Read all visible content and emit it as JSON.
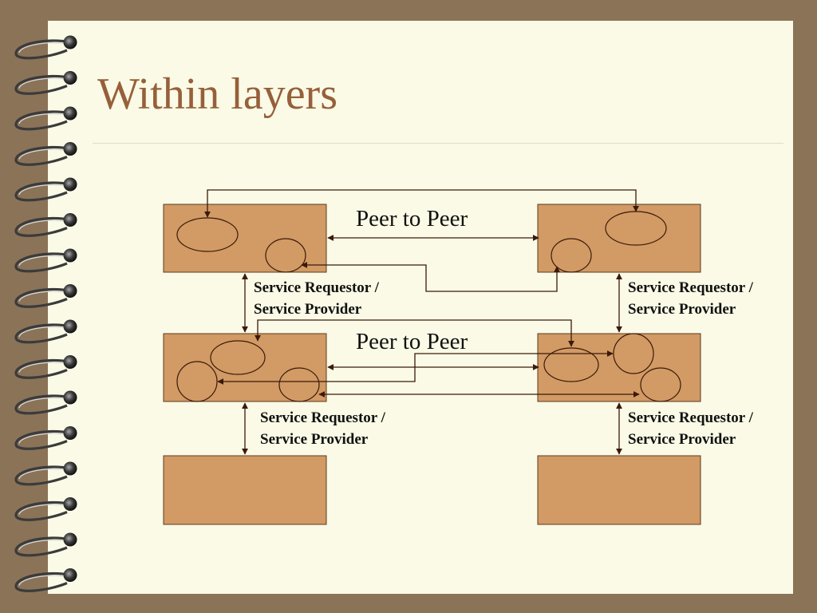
{
  "slide": {
    "title": "Within layers"
  },
  "diagram": {
    "peer_labels": [
      "Peer to Peer",
      "Peer to Peer"
    ],
    "service_labels": [
      {
        "line1": "Service Requestor /",
        "line2": "Service Provider"
      },
      {
        "line1": "Service Requestor /",
        "line2": "Service Provider"
      },
      {
        "line1": "Service Requestor /",
        "line2": "Service Provider"
      },
      {
        "line1": "Service Requestor /",
        "line2": "Service Provider"
      }
    ]
  },
  "colors": {
    "background": "#8b7358",
    "page": "#fafae6",
    "title": "#96603a",
    "layer_box": "#d29a64",
    "connector": "#3a1a0a"
  }
}
